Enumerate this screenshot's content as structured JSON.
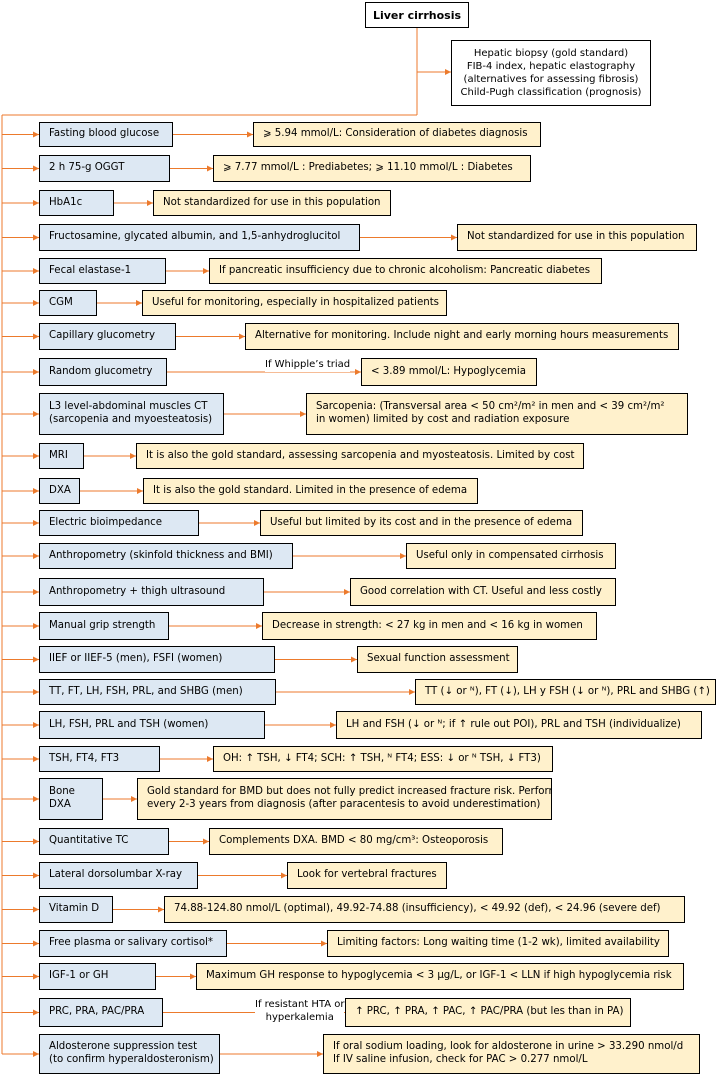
{
  "root": {
    "label": "Liver cirrhosis"
  },
  "info_lines": [
    "Hepatic biopsy (gold standard)",
    "FIB-4 index, hepatic elastography",
    "(alternatives for assessing fibrosis)",
    "Child-Pugh classification (prognosis)"
  ],
  "rows": [
    {
      "test": [
        "Fasting blood glucose"
      ],
      "result": [
        "⩾ 5.94 mmol/L: Consideration of diabetes diagnosis"
      ]
    },
    {
      "test": [
        "2 h 75-g OGGT"
      ],
      "result": [
        "⩾ 7.77 mmol/L : Prediabetes; ⩾ 11.10 mmol/L : Diabetes"
      ]
    },
    {
      "test": [
        "HbA1c"
      ],
      "result": [
        "Not standardized for use in this population"
      ]
    },
    {
      "test": [
        "Fructosamine, glycated albumin, and 1,5-anhydroglucitol"
      ],
      "result": [
        "Not standardized for use in this population"
      ]
    },
    {
      "test": [
        "Fecal elastase-1"
      ],
      "result": [
        "If pancreatic insufficiency due to chronic alcoholism: Pancreatic diabetes"
      ]
    },
    {
      "test": [
        "CGM"
      ],
      "result": [
        "Useful for monitoring, especially in hospitalized patients"
      ]
    },
    {
      "test": [
        "Capillary glucometry"
      ],
      "result": [
        "Alternative for monitoring. Include night and early morning hours measurements"
      ]
    },
    {
      "test": [
        "Random glucometry"
      ],
      "condition": [
        "If Whipple’s triad"
      ],
      "result": [
        "< 3.89 mmol/L: Hypoglycemia"
      ]
    },
    {
      "test": [
        "L3 level-abdominal muscles CT",
        "(sarcopenia and myoesteatosis)"
      ],
      "result": [
        "Sarcopenia: (Transversal area < 50 cm²/m² in men and < 39 cm²/m²",
        "in women) limited by cost and radiation exposure"
      ]
    },
    {
      "test": [
        "MRI"
      ],
      "result": [
        "It is also the gold standard, assessing sarcopenia and myosteatosis. Limited by cost"
      ]
    },
    {
      "test": [
        "DXA"
      ],
      "result": [
        "It is also the gold standard. Limited in the presence of edema"
      ]
    },
    {
      "test": [
        "Electric bioimpedance"
      ],
      "result": [
        "Useful but limited by its cost and in the presence of edema"
      ]
    },
    {
      "test": [
        "Anthropometry (skinfold thickness and BMI)"
      ],
      "result": [
        "Useful only in compensated cirrhosis"
      ]
    },
    {
      "test": [
        "Anthropometry + thigh ultrasound"
      ],
      "result": [
        "Good correlation with CT. Useful and less costly"
      ]
    },
    {
      "test": [
        "Manual grip strength"
      ],
      "result": [
        "Decrease in strength: < 27 kg in men and < 16 kg in women"
      ]
    },
    {
      "test": [
        "IIEF or IIEF-5 (men), FSFI (women)"
      ],
      "result": [
        "Sexual function assessment"
      ]
    },
    {
      "test": [
        "TT, FT, LH, FSH, PRL, and SHBG (men)"
      ],
      "result": [
        "TT (↓ or ᴺ), FT (↓), LH y FSH (↓ or ᴺ), PRL and SHBG (↑)"
      ]
    },
    {
      "test": [
        "LH, FSH, PRL and TSH (women)"
      ],
      "result": [
        "LH and FSH (↓ or ᴺ; if ↑ rule out POI), PRL and TSH (individualize)"
      ]
    },
    {
      "test": [
        "TSH, FT4, FT3"
      ],
      "result": [
        "OH: ↑ TSH, ↓ FT4; SCH: ↑ TSH, ᴺ FT4; ESS: ↓ or ᴺ TSH, ↓ FT3)"
      ]
    },
    {
      "test": [
        "Bone",
        "DXA"
      ],
      "result": [
        "Gold standard for BMD but does not fully predict increased fracture risk. Perform",
        "every 2-3 years from diagnosis (after paracentesis to avoid underestimation)"
      ]
    },
    {
      "test": [
        "Quantitative TC"
      ],
      "result": [
        "Complements DXA. BMD < 80 mg/cm³: Osteoporosis"
      ]
    },
    {
      "test": [
        "Lateral dorsolumbar X-ray"
      ],
      "result": [
        "Look for vertebral fractures"
      ]
    },
    {
      "test": [
        "Vitamin D"
      ],
      "result": [
        "74.88-124.80 nmol/L (optimal), 49.92-74.88 (insufficiency), < 49.92 (def), < 24.96  (severe def)"
      ]
    },
    {
      "test": [
        "Free plasma or salivary cortisol*"
      ],
      "result": [
        "Limiting factors: Long waiting time (1-2 wk), limited availability"
      ]
    },
    {
      "test": [
        "IGF-1 or GH"
      ],
      "result": [
        "Maximum GH response to hypoglycemia < 3 μg/L, or IGF-1 < LLN if high hypoglycemia risk"
      ]
    },
    {
      "test": [
        "PRC, PRA, PAC/PRA"
      ],
      "condition": [
        "If resistant HTA or",
        "hyperkalemia"
      ],
      "result": [
        "↑ PRC, ↑ PRA, ↑ PAC, ↑ PAC/PRA (but les than in PA)"
      ]
    },
    {
      "test": [
        "Aldosterone suppression test",
        "(to confirm hyperaldosteronism)"
      ],
      "result": [
        "If oral sodium loading, look for aldosterone in urine > 33.290 nmol/d",
        "If IV saline infusion, check for PAC > 0.277 nmol/L"
      ]
    }
  ],
  "colors": {
    "test_fill": "#dde8f3",
    "result_fill": "#fff1cc",
    "connector": "#ec7a2c",
    "border": "#000000"
  }
}
